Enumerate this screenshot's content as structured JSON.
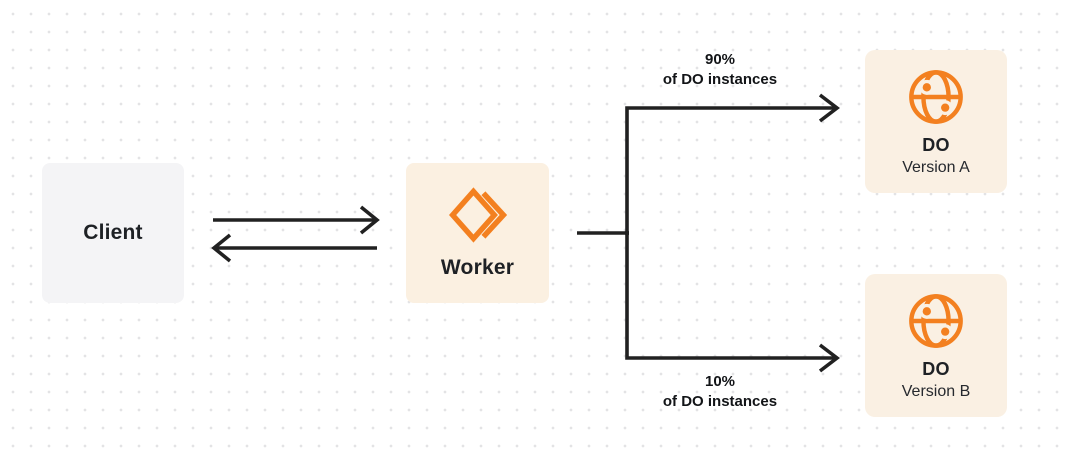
{
  "diagram": {
    "nodes": {
      "client": {
        "label": "Client"
      },
      "worker": {
        "label": "Worker"
      },
      "do_version_a": {
        "title": "DO",
        "subtitle": "Version A"
      },
      "do_version_b": {
        "title": "DO",
        "subtitle": "Version B"
      }
    },
    "edges": {
      "top_branch_label": {
        "line1": "90%",
        "line2": "of DO instances"
      },
      "bottom_branch_label": {
        "line1": "10%",
        "line2": "of DO instances"
      }
    },
    "icons": {
      "worker_icon": "workers-double-chevron-icon",
      "durable_object_icon": "globe-icon"
    },
    "colors": {
      "accent_orange": "#f38020",
      "arrow": "#212121",
      "client_card_bg": "#f4f4f6",
      "worker_card_bg": "#fbf0e1",
      "do_card_bg": "#faf0e3",
      "text_dark": "#1e2125",
      "dot_grid": "#e3e3e5",
      "background": "#ffffff"
    }
  }
}
